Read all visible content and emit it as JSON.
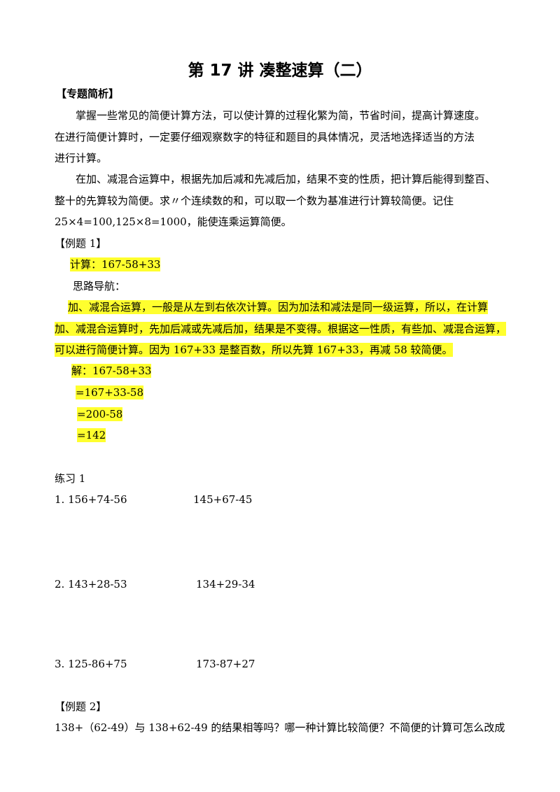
{
  "title": "第 17 讲  凑整速算（二）",
  "section_heading": "【专题简析】",
  "intro": {
    "p1_line1": "掌握一些常见的简便计算方法，可以使计算的过程化繁为简，节省时间，提高计算速度。",
    "p1_line2": "在进行简便计算时，一定要仔细观察数字的特征和题目的具体情况，灵活地选择适当的方法",
    "p1_line3": "进行计算。",
    "p2_line1": "在加、减混合运算中，根据先加后减和先减后加，结果不变的性质，把计算后能得到整百、",
    "p2_line2": "整十的先算较为简便。求〃个连续数的和，可以取一个数为基准进行计算较简便。记住",
    "p2_line3": "25×4=100,125×8=1000，能使连乘运算简便。"
  },
  "example1": {
    "heading": "【例题 1】",
    "problem": "计算：167-58+33",
    "guide_label": "思路导航：",
    "guide_line1": "加、减混合运算，一般是从左到右依次计算。因为加法和减法是同一级运算，所以，在计算",
    "guide_line2": "加、减混合运算时，先加后减或先减后加，结果是不变得。根据这一性质，有些加、减混合运算，",
    "guide_line3": "可以进行简便计算。因为 167+33 是整百数，所以先算 167+33，再减 58 较简便。",
    "solution": [
      "解：167-58+33",
      "=167+33-58",
      "=200-58",
      "=142"
    ]
  },
  "practice1": {
    "heading": "练习 1",
    "items": [
      {
        "a": "1. 156+74-56",
        "b": "145+67-45"
      },
      {
        "a": "2.  143+28-53",
        "b": "134+29-34"
      },
      {
        "a": "3.  125-86+75",
        "b": "173-87+27"
      }
    ]
  },
  "example2": {
    "heading": "【例题 2】",
    "line1": "138+（62-49）与 138+62-49 的结果相等吗？哪一种计算比较简便？不简便的计算可怎么改成"
  }
}
